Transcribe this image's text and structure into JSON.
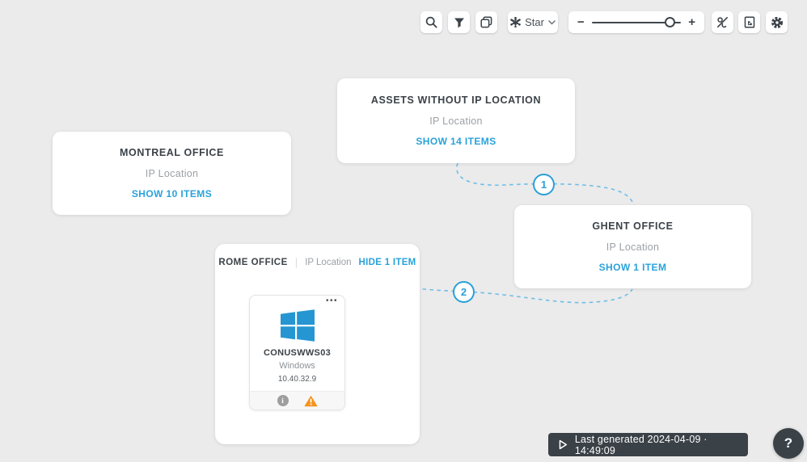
{
  "toolbar": {
    "layout_selector": {
      "label": "Star"
    },
    "zoom": {
      "out": "−",
      "in": "+"
    }
  },
  "icons": {
    "more": "•••",
    "divider": "|",
    "help": "?",
    "info": "i"
  },
  "cards": {
    "assets_without_ip": {
      "title": "ASSETS WITHOUT IP LOCATION",
      "subtitle": "IP Location",
      "link": "SHOW 14 ITEMS"
    },
    "montreal": {
      "title": "MONTREAL OFFICE",
      "subtitle": "IP Location",
      "link": "SHOW 10 ITEMS"
    },
    "ghent": {
      "title": "GHENT OFFICE",
      "subtitle": "IP Location",
      "link": "SHOW 1 ITEM"
    },
    "rome": {
      "title": "ROME OFFICE",
      "subtitle": "IP Location",
      "link": "HIDE 1 ITEM"
    }
  },
  "asset": {
    "name": "CONUSWWS03",
    "os": "Windows",
    "ip": "10.40.32.9"
  },
  "connectors": {
    "c1": {
      "label": "1"
    },
    "c2": {
      "label": "2"
    }
  },
  "status": {
    "last_generated": "Last generated 2024-04-09 · 14:49:09"
  },
  "colors": {
    "accent": "#29a2db",
    "connector": "#6fbde8",
    "windows_blue": "#2596d2",
    "warning_orange": "#f5941f",
    "dark": "#3a4147",
    "background": "#ebebeb"
  }
}
